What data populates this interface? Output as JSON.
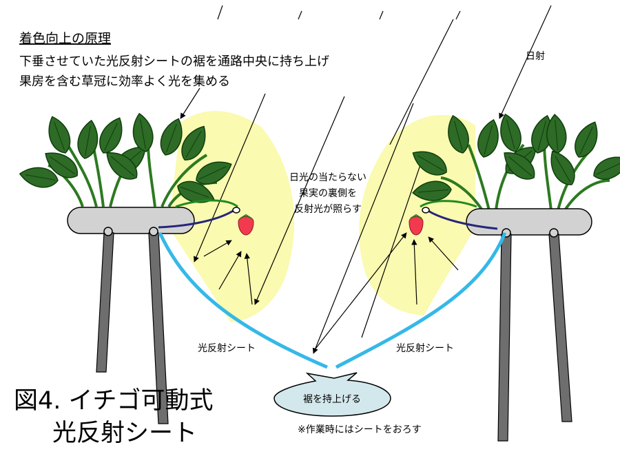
{
  "heading": "着色向上の原理",
  "description_lines": [
    "下垂させていた光反射シートの裾を通路中央に持ち上げ",
    "果房を含む草冠に効率よく光を集める"
  ],
  "labels": {
    "sunlight": "日射",
    "backside_lines": [
      "日光の当たらない",
      "果実の裏側を",
      "反射光が照らす"
    ],
    "sheet_left": "光反射シート",
    "sheet_right": "光反射シート",
    "lift_callout": "裾を持上げる",
    "note": "※作業時にはシートをおろす"
  },
  "figure_caption_lines": [
    "図4. イチゴ可動式",
    "光反射シート"
  ],
  "colors": {
    "leaf": "#2d6b26",
    "leaf_dark": "#0f3d0c",
    "stem": "#2c7a20",
    "bench": "#d2d2d2",
    "leg": "#6e6e6e",
    "glow": "#fafab0",
    "sheet": "#35b8e8",
    "peduncle_green": "#1f8a1f",
    "peduncle_navy": "#26267a",
    "strawberry": "#f23a4e",
    "callout": "#d3e8ec"
  }
}
